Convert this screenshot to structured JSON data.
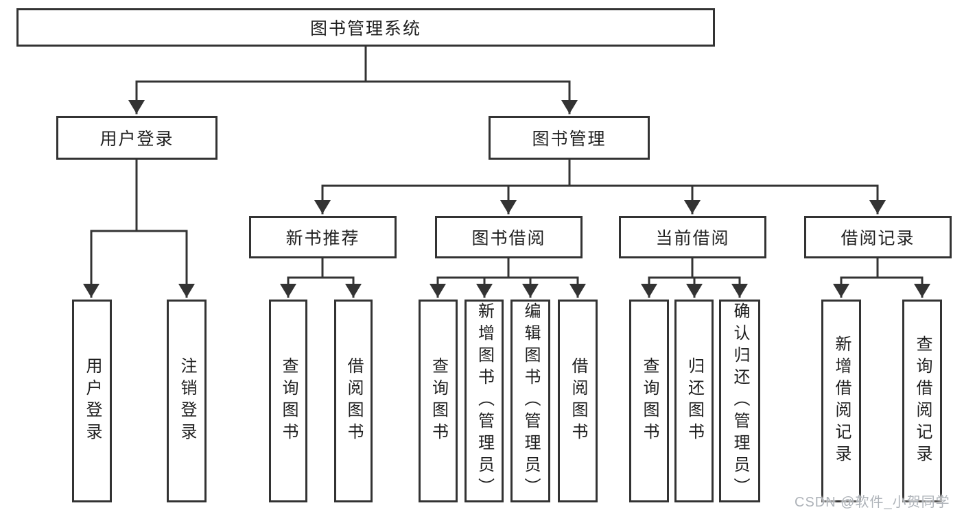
{
  "diagram": {
    "type": "hierarchy-tree",
    "title": "图书管理系统"
  },
  "colors": {
    "line": "#333333",
    "text": "#1f1f1f",
    "box-bg": "#ffffff",
    "watermark": "#aeb3b9",
    "bg": "#ffffff"
  },
  "nodes": {
    "root": "图书管理系统",
    "user_login": "用户登录",
    "book_mgmt": "图书管理",
    "new_book": "新书推荐",
    "book_borrow": "图书借阅",
    "current_borrow": "当前借阅",
    "borrow_record": "借阅记录",
    "leaf_user_login": "用户登录",
    "leaf_logout": "注销登录",
    "leaf_nb_query": "查询图书",
    "leaf_nb_borrow": "借阅图书",
    "leaf_bb_query": "查询图书",
    "leaf_bb_add": "新增图书（管理员）",
    "leaf_bb_edit": "编辑图书（管理员）",
    "leaf_bb_borrow": "借阅图书",
    "leaf_cb_query": "查询图书",
    "leaf_cb_return": "归还图书",
    "leaf_cb_confirm": "确认归还（管理员）",
    "leaf_br_add": "新增借阅记录",
    "leaf_br_query": "查询借阅记录"
  },
  "structure": {
    "图书管理系统": {
      "用户登录": [
        "用户登录",
        "注销登录"
      ],
      "图书管理": {
        "新书推荐": [
          "查询图书",
          "借阅图书"
        ],
        "图书借阅": [
          "查询图书",
          "新增图书（管理员）",
          "编辑图书（管理员）",
          "借阅图书"
        ],
        "当前借阅": [
          "查询图书",
          "归还图书",
          "确认归还（管理员）"
        ],
        "借阅记录": [
          "新增借阅记录",
          "查询借阅记录"
        ]
      }
    }
  },
  "watermark": {
    "text": "CSDN @软件_小贺同学"
  }
}
